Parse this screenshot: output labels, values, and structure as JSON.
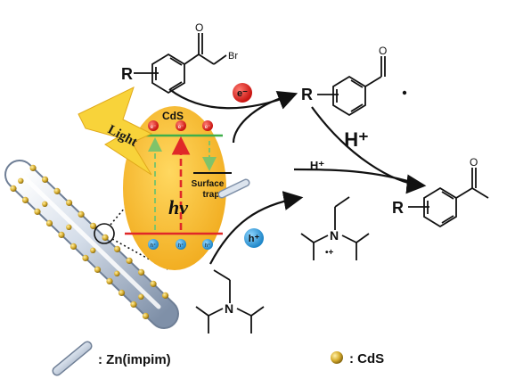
{
  "figure": {
    "semiconductor_label": "CdS",
    "electron_label": "e⁻",
    "hole_label": "h⁺",
    "excited_electron_label": "e⁻",
    "hole_carrier_label": "h⁺",
    "light_label": "Light",
    "photon_label": "hν",
    "surface_trap_line1": "Surface",
    "surface_trap_line2": "trap",
    "proton_big": "H⁺",
    "proton_small": "H⁺",
    "reactant_r": "R",
    "reactant_br": "Br",
    "reactant_o": "O",
    "radical_r": "R",
    "radical_o": "O",
    "product_r": "R",
    "product_o": "O",
    "amine_n": "N",
    "amine_cation_n": "N",
    "amine_cation_charge": "•+",
    "legend_rod_label": ": Zn(impim)",
    "legend_dot_label": ": CdS"
  },
  "colors": {
    "ellipse": "#F5B82E",
    "band_green": "#3FAF4A",
    "band_red": "#E02828",
    "electron": "#E8201E",
    "hole": "#2B9AD8",
    "lightning": "#F8D33A",
    "rod": "#B9C7DA",
    "cds_dot": "#C9A12B"
  }
}
